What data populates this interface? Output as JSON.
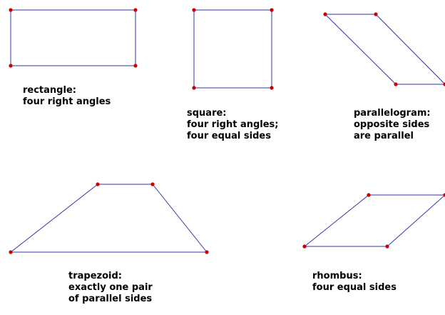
{
  "colors": {
    "edge": "#3333aa",
    "vertex": "#cc0000"
  },
  "shapes": [
    {
      "id": "rectangle",
      "label_lines": [
        "rectangle:",
        "four right angles"
      ]
    },
    {
      "id": "square",
      "label_lines": [
        "square:",
        "four right angles;",
        "four equal sides"
      ]
    },
    {
      "id": "parallelogram",
      "label_lines": [
        "parallelogram:",
        "opposite sides",
        "are parallel"
      ]
    },
    {
      "id": "trapezoid",
      "label_lines": [
        "trapezoid:",
        "exactly one pair",
        "of parallel sides"
      ]
    },
    {
      "id": "rhombus",
      "label_lines": [
        "rhombus:",
        "four equal sides"
      ]
    }
  ]
}
